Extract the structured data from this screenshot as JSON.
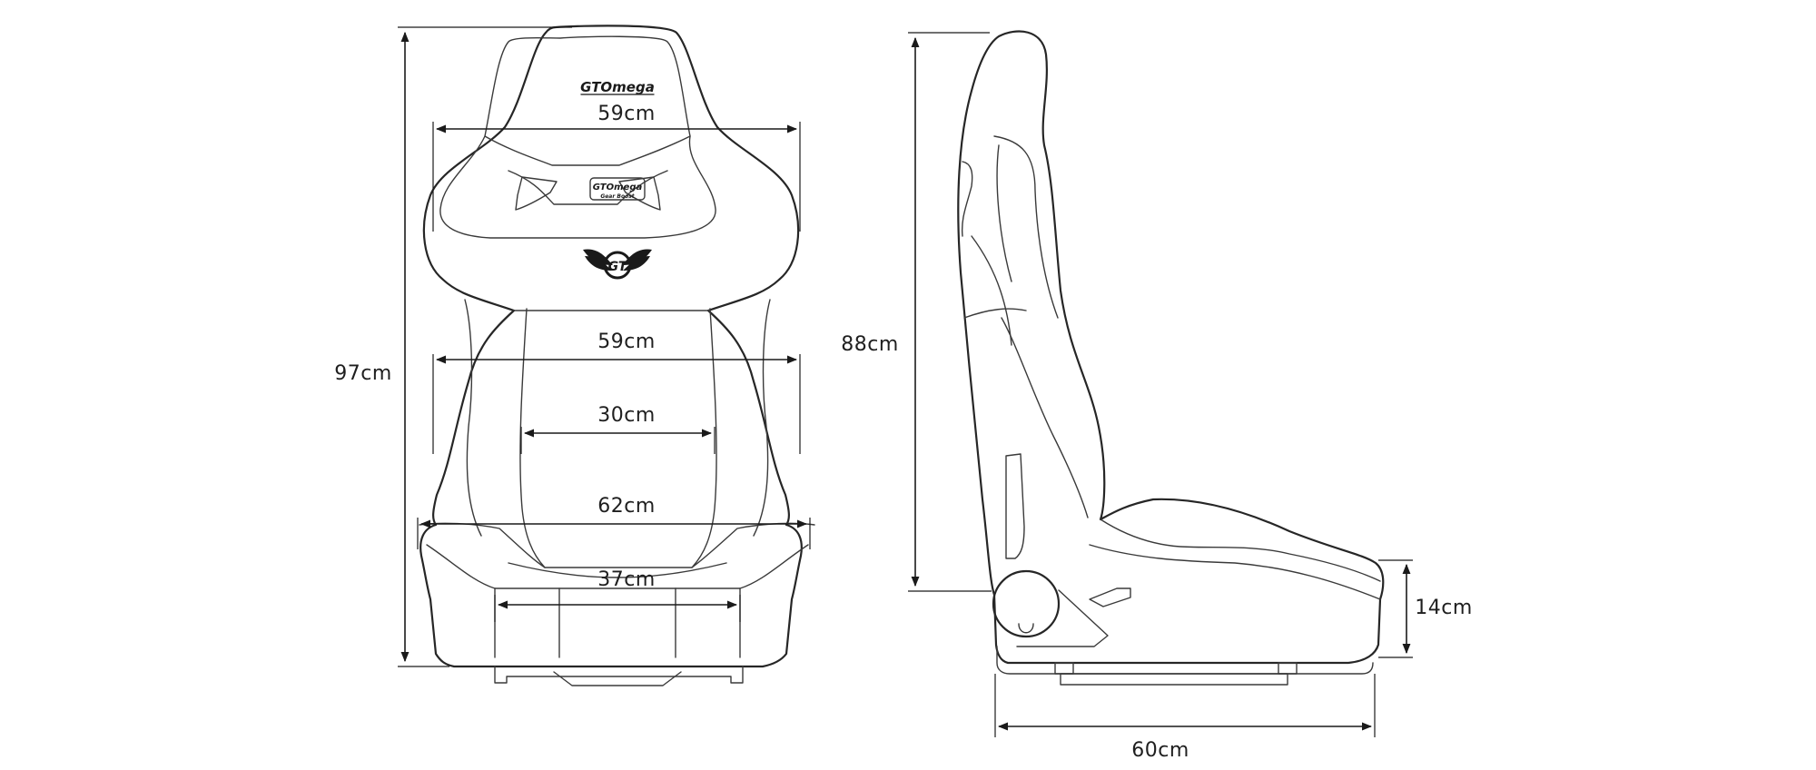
{
  "dimensions": {
    "front_total_height": "97cm",
    "headrest_width": "59cm",
    "shoulder_width": "59cm",
    "backrest_inner_width": "30cm",
    "base_width": "62cm",
    "seat_cushion_width": "37cm",
    "side_backrest_height": "88cm",
    "side_base_height": "14cm",
    "side_depth": "60cm"
  },
  "logos": {
    "brand_headrest": "GTOmega",
    "brand_badge": "GTOmega",
    "badge_subtitle": "Gear Boost",
    "emblem": "GT"
  }
}
